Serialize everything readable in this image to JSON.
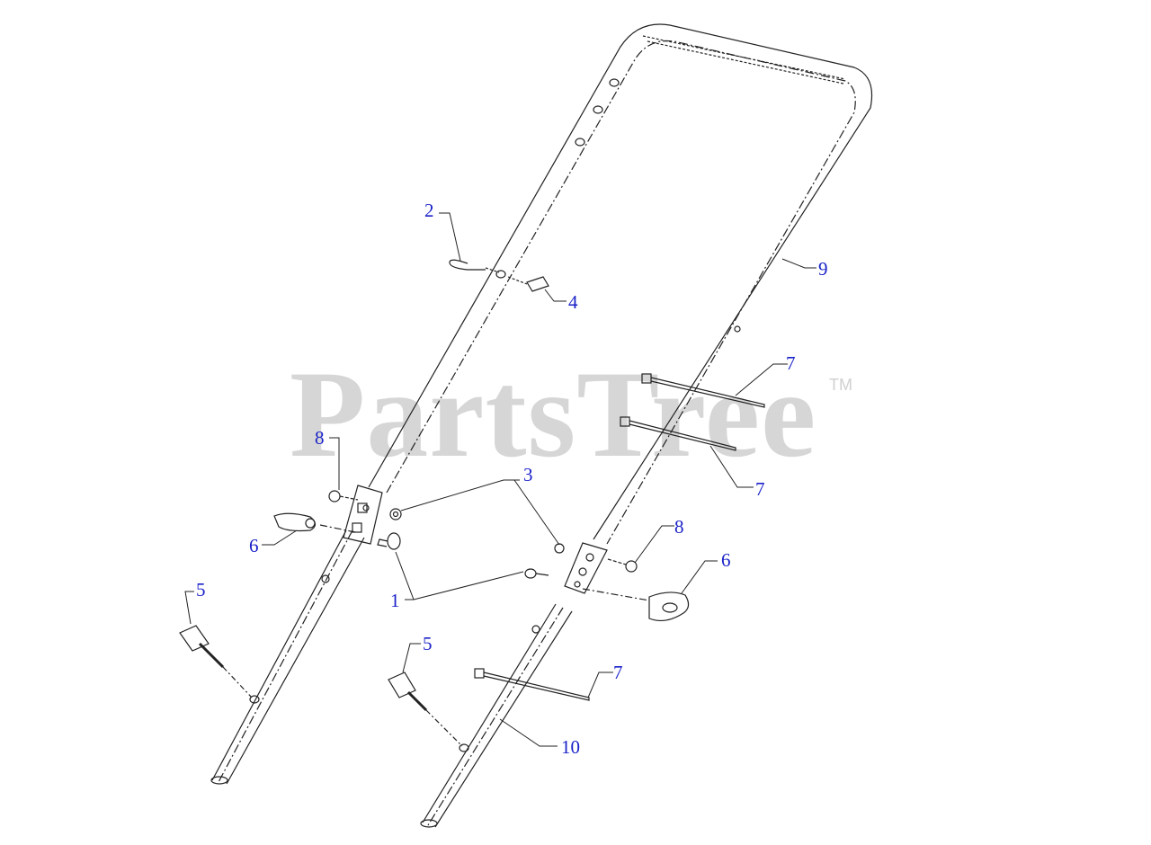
{
  "watermark": {
    "text": "PartsTree",
    "trademark": "TM",
    "color": "#d6d6d6"
  },
  "callout_color": "#1a22c8",
  "callouts": [
    {
      "id": "c2",
      "text": "2"
    },
    {
      "id": "c4",
      "text": "4"
    },
    {
      "id": "c9",
      "text": "9"
    },
    {
      "id": "c7a",
      "text": "7"
    },
    {
      "id": "c7b",
      "text": "7"
    },
    {
      "id": "c8a",
      "text": "8"
    },
    {
      "id": "c3",
      "text": "3"
    },
    {
      "id": "c6a",
      "text": "6"
    },
    {
      "id": "c8b",
      "text": "8"
    },
    {
      "id": "c6b",
      "text": "6"
    },
    {
      "id": "c1",
      "text": "1"
    },
    {
      "id": "c5a",
      "text": "5"
    },
    {
      "id": "c5b",
      "text": "5"
    },
    {
      "id": "c7c",
      "text": "7"
    },
    {
      "id": "c10",
      "text": "10"
    }
  ]
}
